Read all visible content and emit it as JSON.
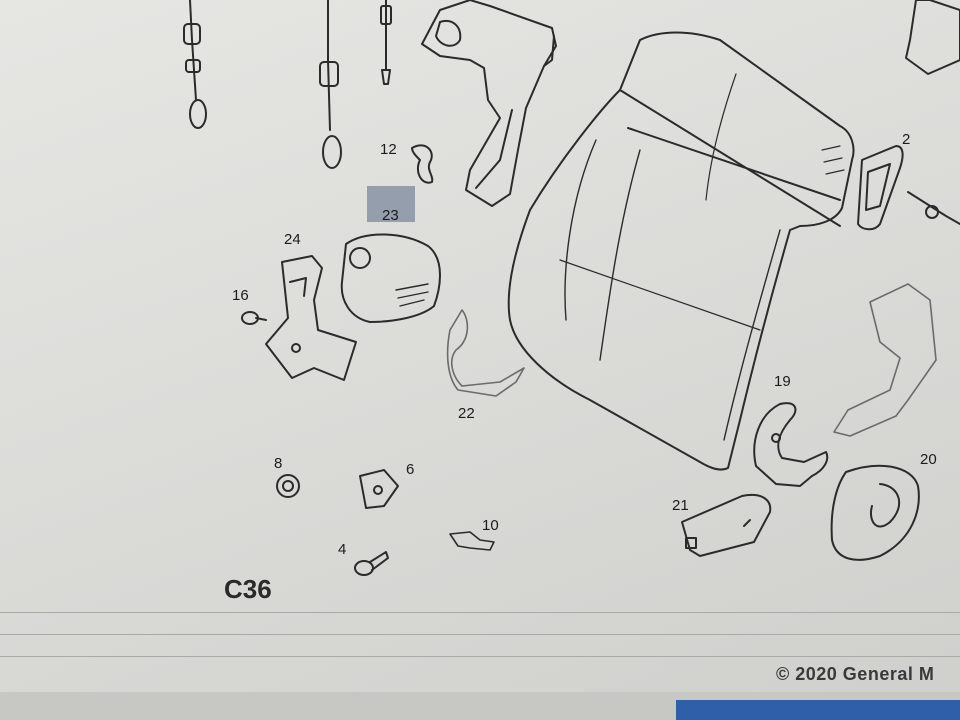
{
  "diagram": {
    "part_numbers": [
      "2",
      "12",
      "23",
      "24",
      "16",
      "22",
      "19",
      "8",
      "6",
      "10",
      "4",
      "21",
      "20"
    ],
    "highlighted_part": "23",
    "callout": "C36"
  },
  "footer": {
    "copyright": "© 2020 General M"
  },
  "colors": {
    "background": "#e2e2df",
    "line": "#2a2a2a",
    "highlight": "#8c97a6"
  }
}
